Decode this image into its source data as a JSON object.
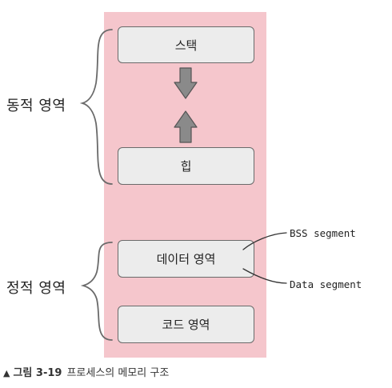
{
  "blocks": {
    "stack": "스택",
    "heap": "힙",
    "data": "데이터 영역",
    "code": "코드 영역"
  },
  "regions": {
    "dynamic": "동적 영역",
    "static": "정적 영역"
  },
  "segments": {
    "bss": "BSS segment",
    "data": "Data segment"
  },
  "caption": {
    "marker": "▲",
    "figure": "그림 3-19",
    "text": "프로세스의 메모리 구조"
  },
  "colors": {
    "region_fill": "#f5c6cc",
    "block_fill": "#ececec",
    "arrow_fill": "#8a8a8a"
  }
}
